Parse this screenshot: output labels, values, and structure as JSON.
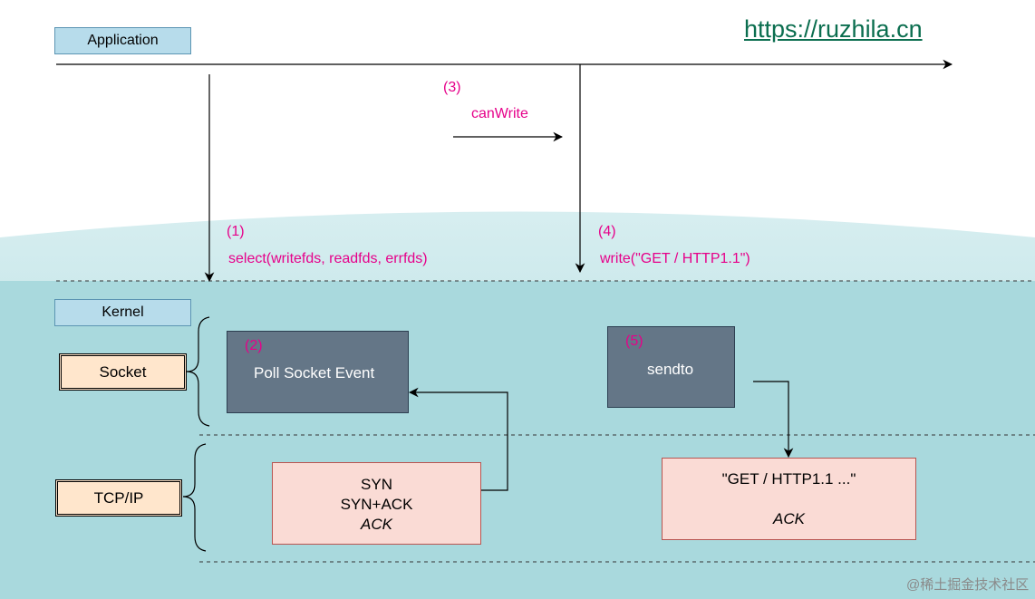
{
  "website_url": "https://ruzhila.cn",
  "application": {
    "label": "Application"
  },
  "kernel": {
    "label": "Kernel"
  },
  "layers": {
    "socket": "Socket",
    "tcpip": "TCP/IP"
  },
  "steps": {
    "step1": {
      "number": "(1)",
      "text": "select(writefds, readfds, errfds)"
    },
    "step2": {
      "number": "(2)",
      "text": "Poll Socket Event"
    },
    "step3": {
      "number": "(3)",
      "text": "canWrite"
    },
    "step4": {
      "number": "(4)",
      "text": "write(\"GET / HTTP1.1\")"
    },
    "step5": {
      "number": "(5)",
      "text": "sendto"
    }
  },
  "handshake_box": {
    "line1": "SYN",
    "line2": "SYN+ACK",
    "line3": "ACK"
  },
  "data_box": {
    "line1": "\"GET / HTTP1.1 ...\"",
    "line2": "ACK"
  },
  "watermark": "@稀土掘金技术社区",
  "colors": {
    "top_background": "#ffffff",
    "kernel_background": "#a9d9dd",
    "step_label": "#e6008a",
    "url": "#0b6e4f",
    "dark_box": "#647687",
    "pink_box": "#fadbd5",
    "layer_box": "#ffe6cc",
    "lane_label": "#b7dceb"
  }
}
